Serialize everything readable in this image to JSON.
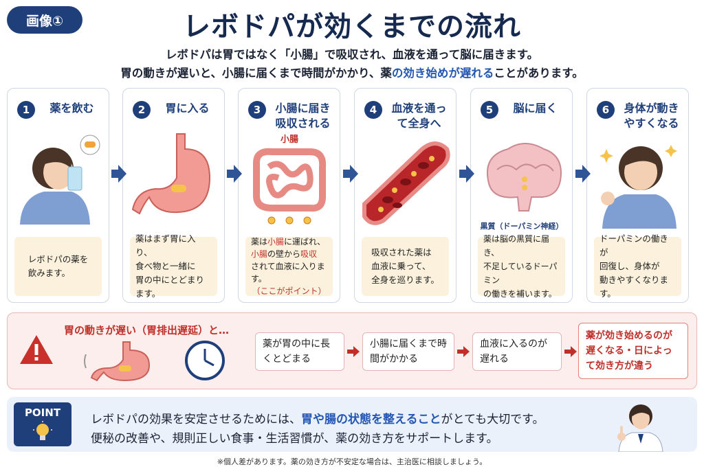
{
  "badge": "画像①",
  "title": "レボドパが効くまでの流れ",
  "subtitle": {
    "line1": "レボドパは胃ではなく「小腸」で吸収され、血液を通って脳に届きます。",
    "line2_a": "胃の動きが遅いと、小腸に届くまで時間がかかり、薬",
    "line2_b": "の効き始めが遅れる",
    "line2_c": "ことがあります。"
  },
  "steps": [
    {
      "num": "1",
      "title": "薬を飲む",
      "icon": "drinking-woman-icon",
      "desc": [
        "レボドパの薬を",
        "飲みます。"
      ]
    },
    {
      "num": "2",
      "title": "胃に入る",
      "icon": "stomach-icon",
      "desc": [
        "薬はまず胃に入り、",
        "食べ物と一緒に",
        "胃の中にとどまります。"
      ]
    },
    {
      "num": "3",
      "title": "小腸に届き吸収される",
      "icon": "small-intestine-icon",
      "label": "小腸",
      "desc_a": "薬は",
      "desc_b": "小腸",
      "desc_c": "に運ばれ、",
      "desc_d": "小腸",
      "desc_e": "の壁から",
      "desc_f": "吸収",
      "desc_g": "されて血液に入ります。",
      "desc_h": "（ここがポイント）"
    },
    {
      "num": "4",
      "title": "血液を通って全身へ",
      "icon": "blood-vessel-icon",
      "desc": [
        "吸収された薬は",
        "血液に乗って、",
        "全身を巡ります。"
      ]
    },
    {
      "num": "5",
      "title": "脳に届く",
      "icon": "brain-icon",
      "label": "黒質（ドーパミン神経）",
      "desc": [
        "薬は脳の黒質に届き、",
        "不足しているドーパミン",
        "の働きを補います。"
      ]
    },
    {
      "num": "6",
      "title": "身体が動きやすくなる",
      "icon": "happy-woman-icon",
      "desc": [
        "ドーパミンの働きが",
        "回復し、身体が",
        "動きやすくなります。"
      ]
    }
  ],
  "warning": {
    "head": "胃の動きが遅い（胃排出遅延）と…",
    "steps": [
      "薬が胃の中に長くとどまる",
      "小腸に届くまで時間がかかる",
      "血液に入るのが遅れる",
      "薬が効き始めるのが遅くなる・日によって効き方が違う"
    ]
  },
  "point": {
    "tag": "POINT",
    "line1_a": "レボドパの効果を安定させるためには、",
    "line1_b": "胃や腸の状態を整えること",
    "line1_c": "がとても大切です。",
    "line2": "便秘の改善や、規則正しい食事・生活習慣が、薬の効き方をサポートします。"
  },
  "note": "※個人差があります。薬の効き方が不安定な場合は、主治医に相談しましょう。",
  "colors": {
    "navy": "#1f3f7a",
    "accent_red": "#c0302b",
    "desc_bg": "#fbf1dc",
    "warn_bg": "#fbeeec",
    "point_bg": "#eaf1fb"
  }
}
